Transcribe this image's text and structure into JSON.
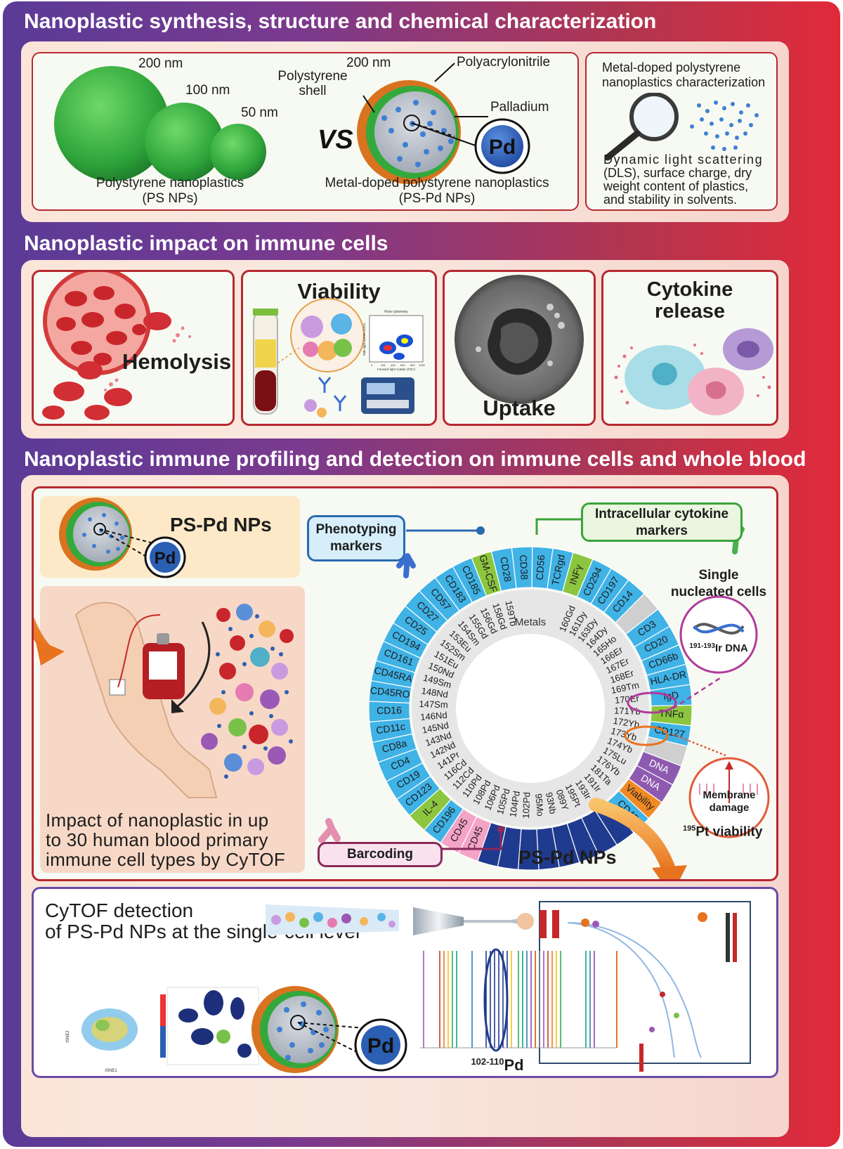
{
  "sections": {
    "s1_title": "Nanoplastic synthesis, structure and chemical characterization",
    "s2_title": "Nanoplastic impact on immune cells",
    "s3_title": "Nanoplastic immune profiling and detection on immune cells and whole blood"
  },
  "synthesis": {
    "size_200": "200 nm",
    "size_100": "100 nm",
    "size_50": "50 nm",
    "ps_label_1": "Polystyrene nanoplastics",
    "ps_label_2": "(PS NPs)",
    "vs": "VS",
    "pspd_size": "200 nm",
    "shell_1": "Polystyrene",
    "shell_2": "shell",
    "core_label": "Polyacrylonitrile",
    "metal_label": "Palladium",
    "pd_symbol": "Pd",
    "pspd_label_1": "Metal-doped polystyrene nanoplastics",
    "pspd_label_2": "(PS-Pd NPs)",
    "char_title_1": "Metal-doped polystyrene",
    "char_title_2": "nanoplastics characterization",
    "char_desc_1": "Dynamic light scattering",
    "char_desc_2": "(DLS), surface charge, dry",
    "char_desc_3": "weight content of plastics,",
    "char_desc_4": "and stability in solvents."
  },
  "impact": {
    "hemolysis": "Hemolysis",
    "viability": "Viability",
    "uptake": "Uptake",
    "cytokine_1": "Cytokine",
    "cytokine_2": "release",
    "flow_title": "Flow cytometry",
    "flow_ylabel": "Side light scatter (SSC)",
    "flow_xlabel": "Forward light scatter (FSC)",
    "flow_ticks": [
      "0",
      "200",
      "400",
      "600",
      "800",
      "1000"
    ]
  },
  "profiling": {
    "pspd_title": "PS-Pd NPs",
    "pd_symbol": "Pd",
    "impact_1": "Impact of nanoplastic in up",
    "impact_2": "to 30 human blood primary",
    "impact_3": "immune cell types by CyTOF",
    "phenotyping_1": "Phenotyping",
    "phenotyping_2": "markers",
    "intracellular_1": "Intracellular cytokine",
    "intracellular_2": "markers",
    "single_1": "Single",
    "single_2": "nucleated cells",
    "ir_dna_sup": "191-193",
    "ir_dna": "Ir DNA",
    "membrane_1": "Membrane",
    "membrane_2": "damage",
    "pt_sup": "195",
    "pt_label": "Pt viability",
    "barcoding": "Barcoding",
    "wheel_pspd": "PS-Pd NPs",
    "metals_center": "Metals",
    "wheel_markers": [
      "CD28",
      "CD38",
      "CD56",
      "TCRgd",
      "INFγ",
      "CD294",
      "CD197",
      "CD14",
      "",
      "CD3",
      "CD20",
      "CD66b",
      "HLA-DR",
      "IgD",
      "TNFα",
      "CD127",
      "",
      "DNA",
      "DNA",
      "Viability",
      "CD45",
      "",
      "",
      "",
      "",
      "",
      "",
      "",
      "",
      "CD45",
      "CD45",
      "CD196",
      "IL-4",
      "CD123",
      "CD19",
      "CD4",
      "CD8a",
      "CD11c",
      "CD16",
      "CD45RO",
      "CD45RA",
      "CD161",
      "CD194",
      "CD25",
      "CD27",
      "CD57",
      "CD183",
      "CD185",
      "GM-CSF"
    ],
    "wheel_metals": [
      "160Gd",
      "161Dy",
      "163Dy",
      "164Dy",
      "165Ho",
      "166Er",
      "167Er",
      "168Er",
      "169Tm",
      "170Er",
      "171Yb",
      "172Yb",
      "173Yb",
      "174Yb",
      "175Lu",
      "176Yb",
      "181Ta",
      "191Ir",
      "193Ir",
      "195Pt",
      "089Y",
      "93Nb",
      "95Mo",
      "102Pd",
      "104Pd",
      "105Pd",
      "106Pd",
      "108Pd",
      "110Pd",
      "112Cd",
      "116Cd",
      "141Pr",
      "142Nd",
      "143Nd",
      "145Nd",
      "146Nd",
      "147Sm",
      "148Nd",
      "149Sm",
      "150Nd",
      "151Eu",
      "152Sm",
      "153Eu",
      "154Sm",
      "155Gd",
      "156Gd",
      "158Gd",
      "159Tb"
    ]
  },
  "detection": {
    "title_1": "CyTOF detection",
    "title_2": "of PS-Pd NPs at the single-cell level",
    "pd_symbol": "Pd",
    "pd_mass_sup": "102-110",
    "pd_mass": "Pd",
    "tsne_1": "tSNE1",
    "tsne_2": "tSNE2"
  },
  "colors": {
    "frame_left": "#5a3b97",
    "frame_right": "#e12a3a",
    "card_border": "#b6292f",
    "marker_blue": "#3fb2e6",
    "marker_green": "#8cc63f",
    "marker_pink": "#f5a3c7",
    "marker_navy": "#1f3b8f",
    "pd_blue": "#2b5fb3"
  }
}
